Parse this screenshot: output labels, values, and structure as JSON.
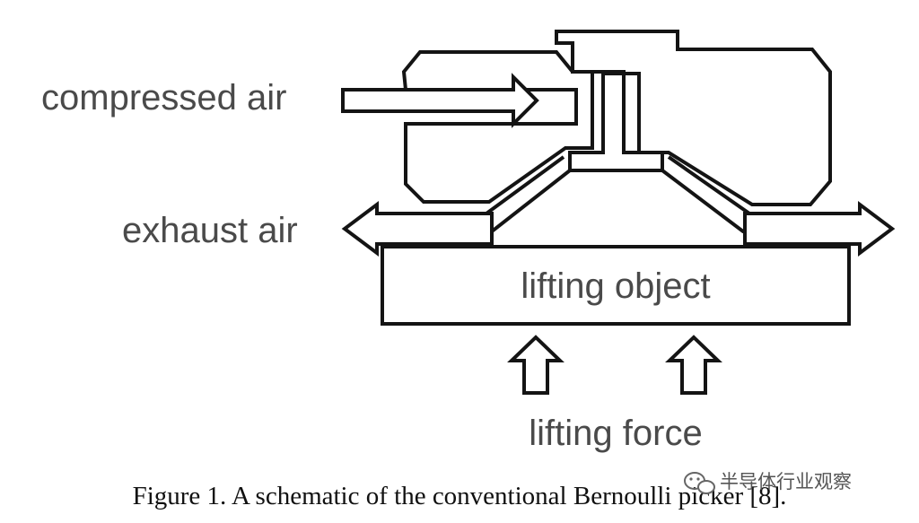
{
  "labels": {
    "compressed_air": "compressed air",
    "exhaust_air": "exhaust air",
    "lifting_object": "lifting object",
    "lifting_force": "lifting force"
  },
  "caption": "Figure 1. A schematic of the conventional Bernoulli picker [8].",
  "watermark": {
    "text": "半导体行业观察",
    "icon": "wechat-icon"
  },
  "colors": {
    "line": "#141414",
    "label": "#4a4a4a"
  }
}
